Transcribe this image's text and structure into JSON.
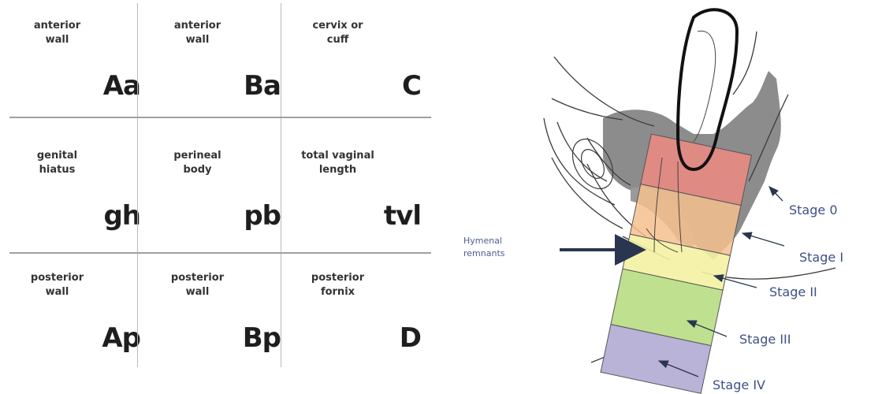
{
  "grid": {
    "cells": [
      {
        "desc": "anterior\nwall",
        "code": "Aa"
      },
      {
        "desc": "anterior\nwall",
        "code": "Ba"
      },
      {
        "desc": "cervix or\ncuff",
        "code": "C"
      },
      {
        "desc": "genital\nhiatus",
        "code": "gh"
      },
      {
        "desc": "perineal\nbody",
        "code": "pb"
      },
      {
        "desc": "total vaginal\nlength",
        "code": "tvl"
      },
      {
        "desc": "posterior\nwall",
        "code": "Ap"
      },
      {
        "desc": "posterior\nwall",
        "code": "Bp"
      },
      {
        "desc": "posterior\nfornix",
        "code": "D"
      }
    ]
  },
  "diagram": {
    "hymen_label_line1": "Hymenal",
    "hymen_label_line2": "remnants",
    "stages": [
      {
        "label": "Stage 0",
        "color": "#ef8a82"
      },
      {
        "label": "Stage I",
        "color": "#f6c08e"
      },
      {
        "label": "Stage II",
        "color": "#f4f1a2"
      },
      {
        "label": "Stage III",
        "color": "#bfe08e"
      },
      {
        "label": "Stage IV",
        "color": "#b9b3d8"
      }
    ],
    "colors": {
      "shadow": "#8c8c8c",
      "outline": "#333333",
      "label": "#3f4f86",
      "arrow": "#2a3550"
    }
  }
}
